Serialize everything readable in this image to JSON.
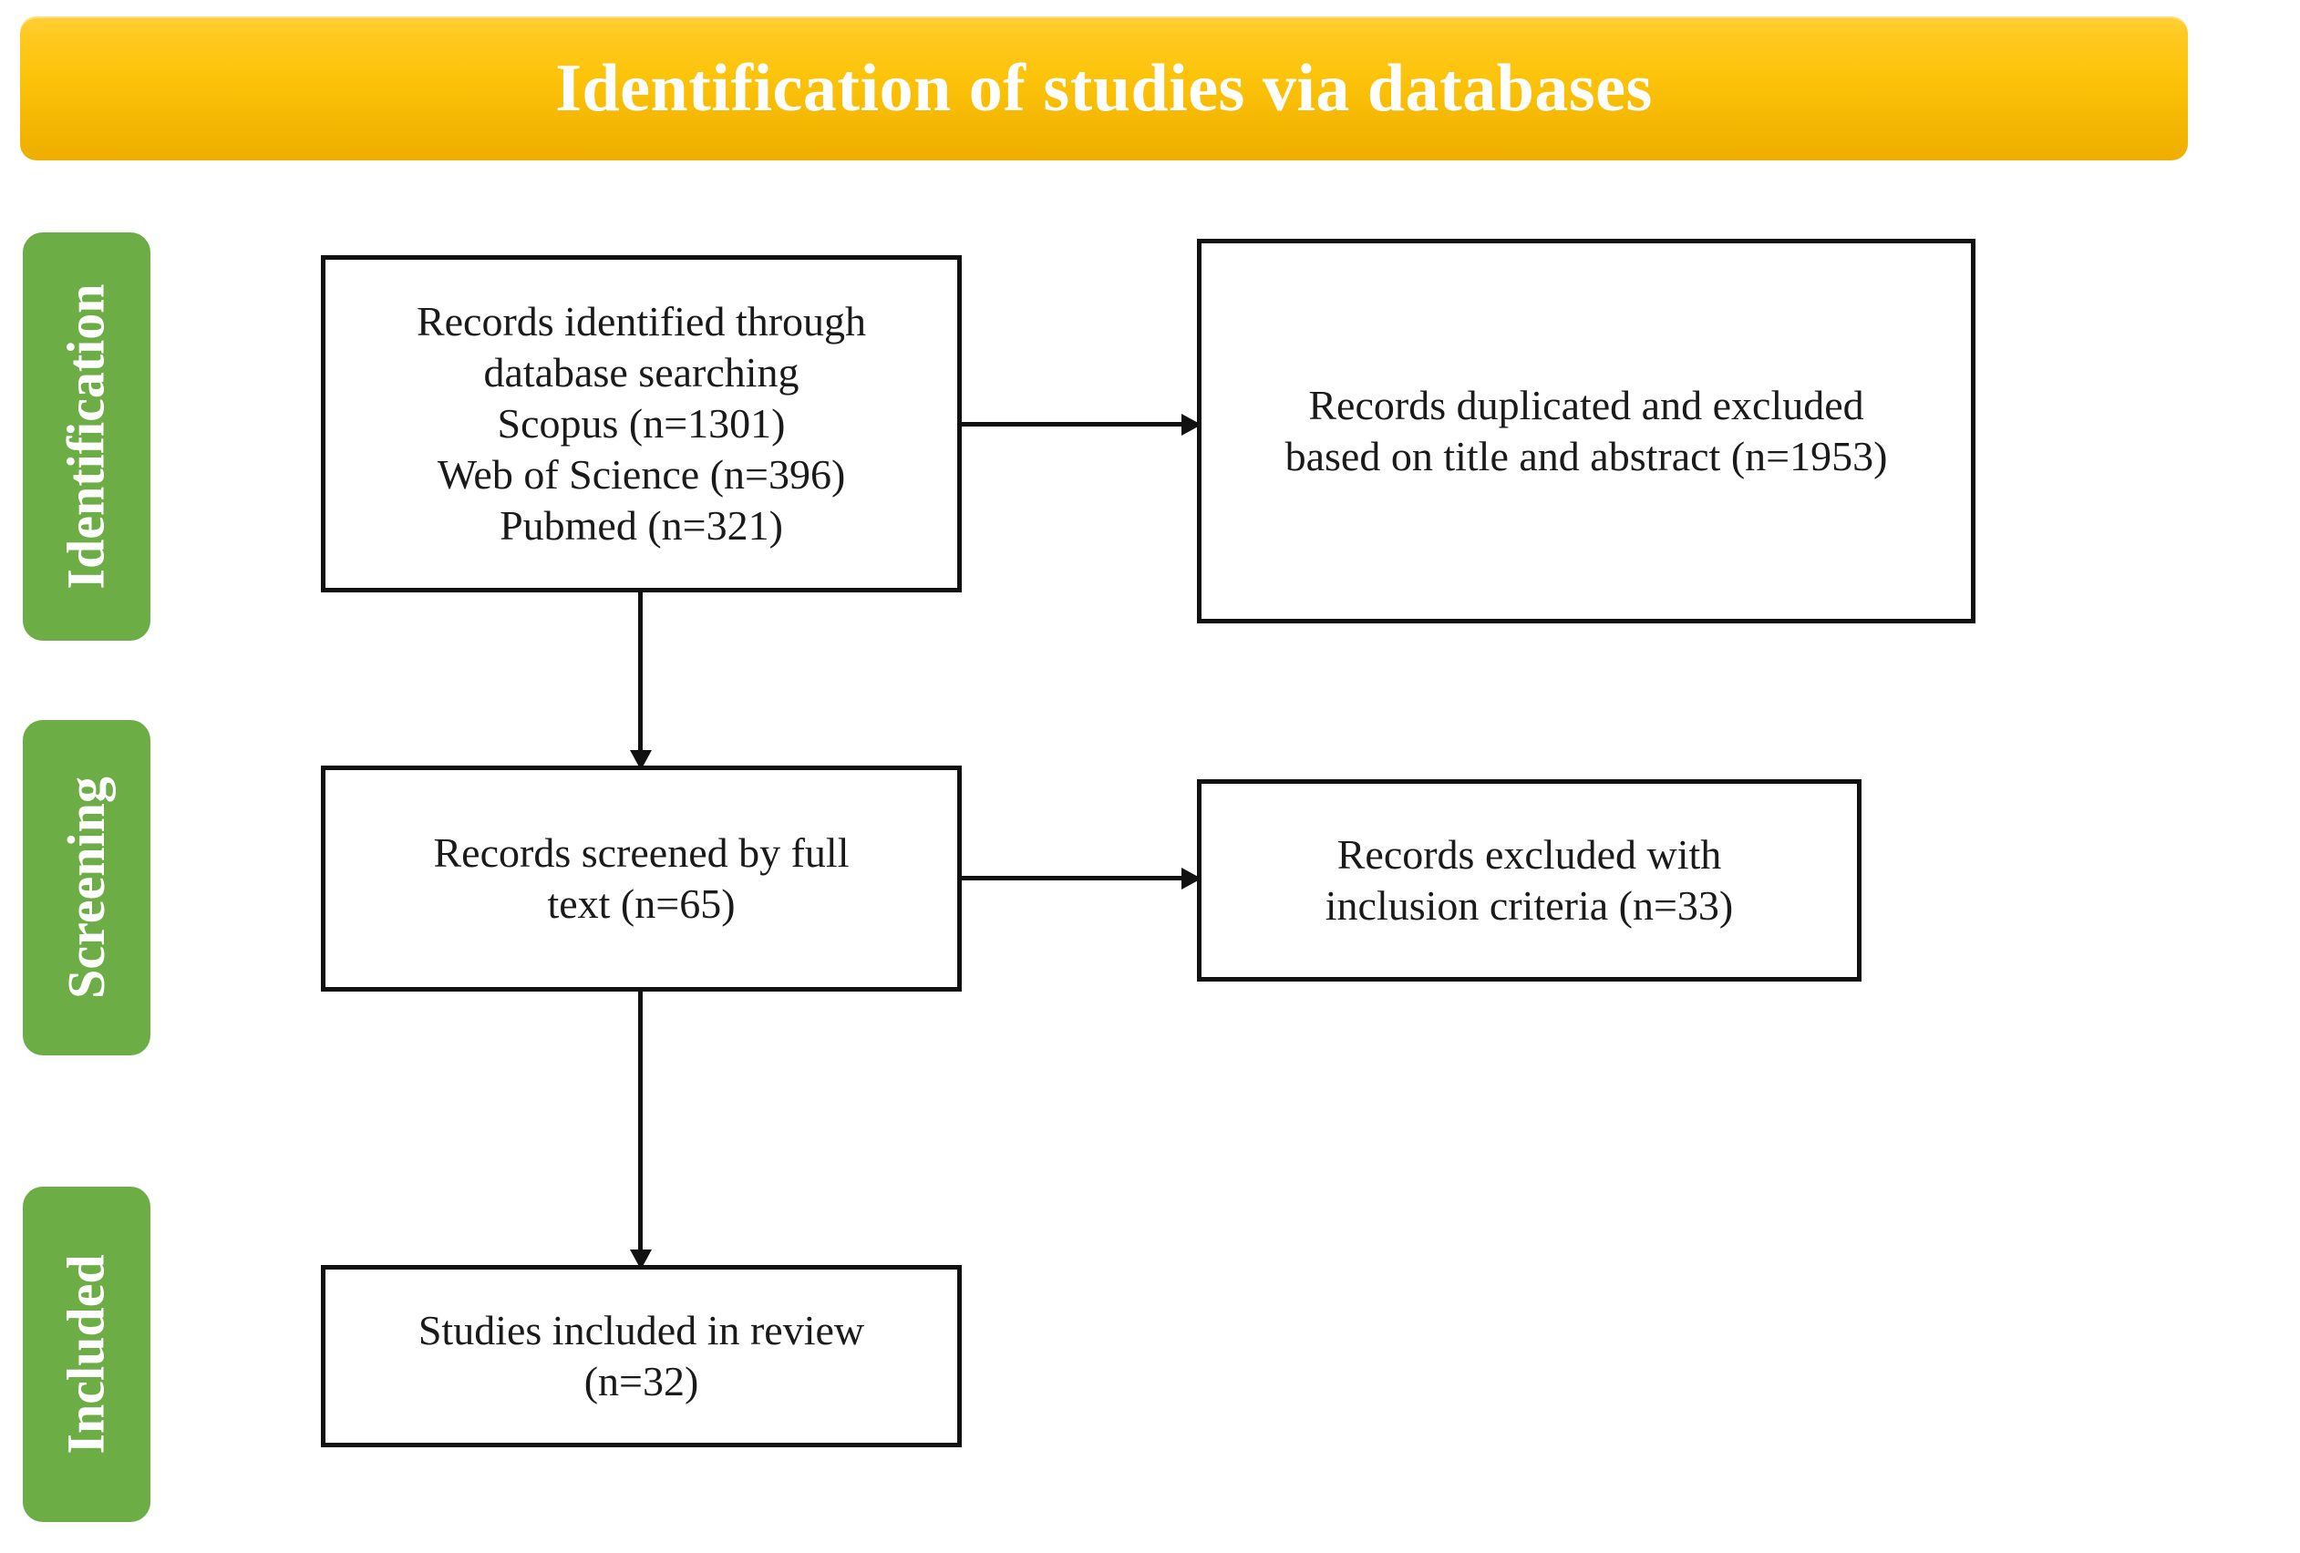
{
  "banner": {
    "title": "Identification of studies via databases",
    "background_color": "#FFC000",
    "text_color": "#FFFFFF"
  },
  "stages": {
    "color": "#6CAD46",
    "text_color": "#FFFFFF",
    "items": [
      {
        "id": "identification",
        "label": "Identification"
      },
      {
        "id": "screening",
        "label": "Screening"
      },
      {
        "id": "included",
        "label": "Included"
      }
    ]
  },
  "boxes": {
    "records_identified": {
      "text": "Records identified through\ndatabase searching\nScopus (n=1301)\nWeb of Science (n=396)\nPubmed (n=321)",
      "counts": {
        "scopus": 1301,
        "web_of_science": 396,
        "pubmed": 321
      }
    },
    "records_duplicated": {
      "text": "Records duplicated and excluded\nbased on title and abstract (n=1953)",
      "counts": {
        "excluded": 1953
      }
    },
    "records_screened": {
      "text": "Records screened by full\ntext (n=65)",
      "counts": {
        "screened": 65
      }
    },
    "records_excluded": {
      "text": "Records excluded with\ninclusion criteria (n=33)",
      "counts": {
        "excluded": 33
      }
    },
    "studies_included": {
      "text": "Studies included in review\n(n=32)",
      "counts": {
        "included": 32
      }
    }
  },
  "arrows": {
    "identified_to_duplicated": "arrow-right",
    "screened_to_excluded": "arrow-right",
    "identified_to_screened": "arrow-down",
    "screened_to_included": "arrow-down"
  },
  "chart_data": {
    "type": "diagram",
    "title": "Identification of studies via databases",
    "nodes": [
      {
        "id": "records_identified",
        "stage": "Identification",
        "label": "Records identified through database searching",
        "sources": [
          {
            "name": "Scopus",
            "n": 1301
          },
          {
            "name": "Web of Science",
            "n": 396
          },
          {
            "name": "Pubmed",
            "n": 321
          }
        ]
      },
      {
        "id": "records_duplicated",
        "stage": "Identification",
        "label": "Records duplicated and excluded based on title and abstract",
        "n": 1953
      },
      {
        "id": "records_screened",
        "stage": "Screening",
        "label": "Records screened by full text",
        "n": 65
      },
      {
        "id": "records_excluded",
        "stage": "Screening",
        "label": "Records excluded with inclusion criteria",
        "n": 33
      },
      {
        "id": "studies_included",
        "stage": "Included",
        "label": "Studies included in review",
        "n": 32
      }
    ],
    "edges": [
      {
        "from": "records_identified",
        "to": "records_duplicated",
        "direction": "right"
      },
      {
        "from": "records_identified",
        "to": "records_screened",
        "direction": "down"
      },
      {
        "from": "records_screened",
        "to": "records_excluded",
        "direction": "right"
      },
      {
        "from": "records_screened",
        "to": "studies_included",
        "direction": "down"
      }
    ]
  }
}
